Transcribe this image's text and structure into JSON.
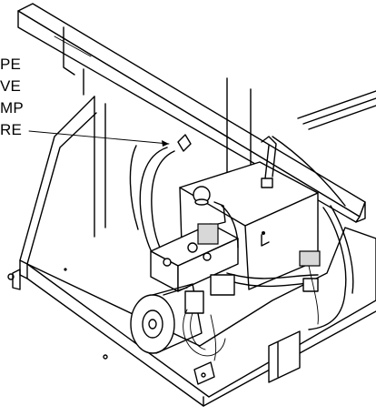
{
  "figure": {
    "callouts": [
      {
        "id": "c1",
        "text": "PE"
      },
      {
        "id": "c2",
        "text": "VE"
      },
      {
        "id": "c3",
        "text": "MP"
      },
      {
        "id": "c4",
        "text": "RE"
      }
    ]
  }
}
